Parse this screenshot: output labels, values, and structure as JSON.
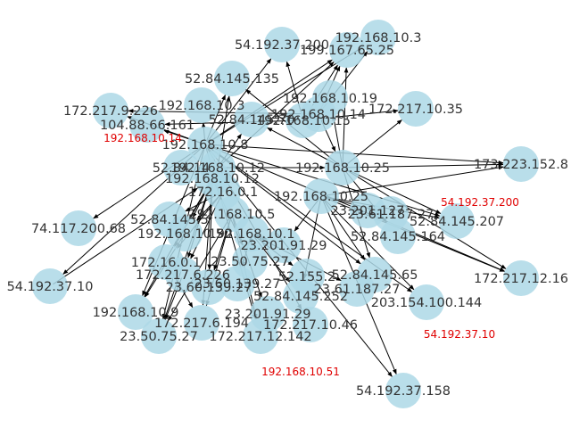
{
  "colors": {
    "node": "#add8e6",
    "edge": "#000000",
    "label": "#333333",
    "annotation": "#e00000"
  },
  "nodes": [
    {
      "id": "n0",
      "label": "54.192.37.200"
    },
    {
      "id": "n1",
      "label": "192.168.10.3"
    },
    {
      "id": "n2",
      "label": "199.167.65.25"
    },
    {
      "id": "n3",
      "label": "52.84.145.135"
    },
    {
      "id": "n4",
      "label": "192.168.10.19"
    },
    {
      "id": "n5",
      "label": "172.217.9.226"
    },
    {
      "id": "n6",
      "label": "192.168.10.3"
    },
    {
      "id": "n7",
      "label": "172.217.10.35"
    },
    {
      "id": "n8",
      "label": "104.88.66.161"
    },
    {
      "id": "n9",
      "label": "52.84.145.70"
    },
    {
      "id": "n10",
      "label": "192.168.10.14"
    },
    {
      "id": "n11",
      "label": "192.168.10.8"
    },
    {
      "id": "n12",
      "label": "192.168.10.25"
    },
    {
      "id": "n13",
      "label": "173.223.152.8"
    },
    {
      "id": "n14",
      "label": "52.84.14"
    },
    {
      "id": "n15",
      "label": "192.168.10.15"
    },
    {
      "id": "n16",
      "label": "192.168.10.12"
    },
    {
      "id": "n17",
      "label": "192.168.10.5"
    },
    {
      "id": "n18",
      "label": "172.16.0.1"
    },
    {
      "id": "n19",
      "label": "192.168.10.25"
    },
    {
      "id": "n20",
      "label": "74.117.200.68"
    },
    {
      "id": "n21",
      "label": "52.84.145.5"
    },
    {
      "id": "n22",
      "label": "192.168.10.50"
    },
    {
      "id": "n23",
      "label": "23.61.187.27"
    },
    {
      "id": "n24",
      "label": "52.84.145.207"
    },
    {
      "id": "n25",
      "label": "52.84.145.164"
    },
    {
      "id": "n26",
      "label": "23.201.91.29"
    },
    {
      "id": "n27",
      "label": "172.16.0.1"
    },
    {
      "id": "n28",
      "label": "54.192.37.10"
    },
    {
      "id": "n29",
      "label": "23.50.75.27"
    },
    {
      "id": "n30",
      "label": "172.217.6.226"
    },
    {
      "id": "n31",
      "label": "23.60.139.27"
    },
    {
      "id": "n32",
      "label": "52.84.145.65"
    },
    {
      "id": "n33",
      "label": "172.217.12.16"
    },
    {
      "id": "n34",
      "label": "23.60.139.27"
    },
    {
      "id": "n35",
      "label": "23.61.187.27"
    },
    {
      "id": "n36",
      "label": "52.84.145.252"
    },
    {
      "id": "n37",
      "label": "203.154.100.144"
    },
    {
      "id": "n38",
      "label": "192.168.10.9"
    },
    {
      "id": "n39",
      "label": "23.201.91.29"
    },
    {
      "id": "n40",
      "label": "172.217.10.46"
    },
    {
      "id": "n41",
      "label": "23.50.75.27"
    },
    {
      "id": "n42",
      "label": "172.217.6.194"
    },
    {
      "id": "n43",
      "label": "172.217.12.142"
    },
    {
      "id": "n44",
      "label": "54.192.37.158"
    },
    {
      "id": "n45",
      "label": "52.155.2"
    },
    {
      "id": "n46",
      "label": "192.168.10.1"
    },
    {
      "id": "n47",
      "label": "23.201.127"
    },
    {
      "id": "n48",
      "label": "192.168.10.12"
    }
  ],
  "edges": [
    [
      "n11",
      "n0"
    ],
    [
      "n11",
      "n2"
    ],
    [
      "n11",
      "n1"
    ],
    [
      "n11",
      "n3"
    ],
    [
      "n11",
      "n6"
    ],
    [
      "n11",
      "n5"
    ],
    [
      "n11",
      "n8"
    ],
    [
      "n11",
      "n20"
    ],
    [
      "n11",
      "n13"
    ],
    [
      "n11",
      "n24"
    ],
    [
      "n11",
      "n33"
    ],
    [
      "n11",
      "n44"
    ],
    [
      "n11",
      "n37"
    ],
    [
      "n11",
      "n38"
    ],
    [
      "n11",
      "n41"
    ],
    [
      "n11",
      "n43"
    ],
    [
      "n11",
      "n40"
    ],
    [
      "n11",
      "n32"
    ],
    [
      "n11",
      "n28"
    ],
    [
      "n12",
      "n7"
    ],
    [
      "n12",
      "n13"
    ],
    [
      "n12",
      "n24"
    ],
    [
      "n12",
      "n25"
    ],
    [
      "n12",
      "n33"
    ],
    [
      "n12",
      "n4"
    ],
    [
      "n12",
      "n2"
    ],
    [
      "n12",
      "n32"
    ],
    [
      "n12",
      "n9"
    ],
    [
      "n12",
      "n3"
    ],
    [
      "n19",
      "n13"
    ],
    [
      "n19",
      "n24"
    ],
    [
      "n19",
      "n33"
    ],
    [
      "n19",
      "n36"
    ],
    [
      "n19",
      "n32"
    ],
    [
      "n19",
      "n37"
    ],
    [
      "n19",
      "n44"
    ],
    [
      "n19",
      "n23"
    ],
    [
      "n19",
      "n26"
    ],
    [
      "n16",
      "n42"
    ],
    [
      "n16",
      "n41"
    ],
    [
      "n16",
      "n31"
    ],
    [
      "n16",
      "n38"
    ],
    [
      "n16",
      "n30"
    ],
    [
      "n16",
      "n27"
    ],
    [
      "n16",
      "n29"
    ],
    [
      "n16",
      "n22"
    ],
    [
      "n15",
      "n2"
    ],
    [
      "n15",
      "n4"
    ],
    [
      "n15",
      "n10"
    ],
    [
      "n15",
      "n7"
    ],
    [
      "n15",
      "n0"
    ],
    [
      "n15",
      "n8"
    ],
    [
      "n17",
      "n42"
    ],
    [
      "n17",
      "n41"
    ],
    [
      "n17",
      "n43"
    ],
    [
      "n17",
      "n39"
    ],
    [
      "n17",
      "n31"
    ],
    [
      "n46",
      "n29"
    ],
    [
      "n46",
      "n34"
    ],
    [
      "n46",
      "n35"
    ],
    [
      "n46",
      "n36"
    ],
    [
      "n46",
      "n45"
    ],
    [
      "n46",
      "n26"
    ],
    [
      "n48",
      "n2"
    ],
    [
      "n48",
      "n9"
    ],
    [
      "n48",
      "n12"
    ],
    [
      "n48",
      "n14"
    ],
    [
      "n48",
      "n3"
    ],
    [
      "n18",
      "n21"
    ],
    [
      "n18",
      "n22"
    ],
    [
      "n18",
      "n27"
    ],
    [
      "n18",
      "n30"
    ],
    [
      "n10",
      "n1"
    ],
    [
      "n10",
      "n2"
    ],
    [
      "n10",
      "n12"
    ],
    [
      "n10",
      "n5"
    ],
    [
      "n28",
      "n16"
    ],
    [
      "n27",
      "n42"
    ],
    [
      "n30",
      "n41"
    ],
    [
      "n22",
      "n38"
    ]
  ],
  "edge_labels": [
    "192.168.10.14",
    "54.192.37.200",
    "54.192.37.10",
    "192.168.10.51"
  ]
}
